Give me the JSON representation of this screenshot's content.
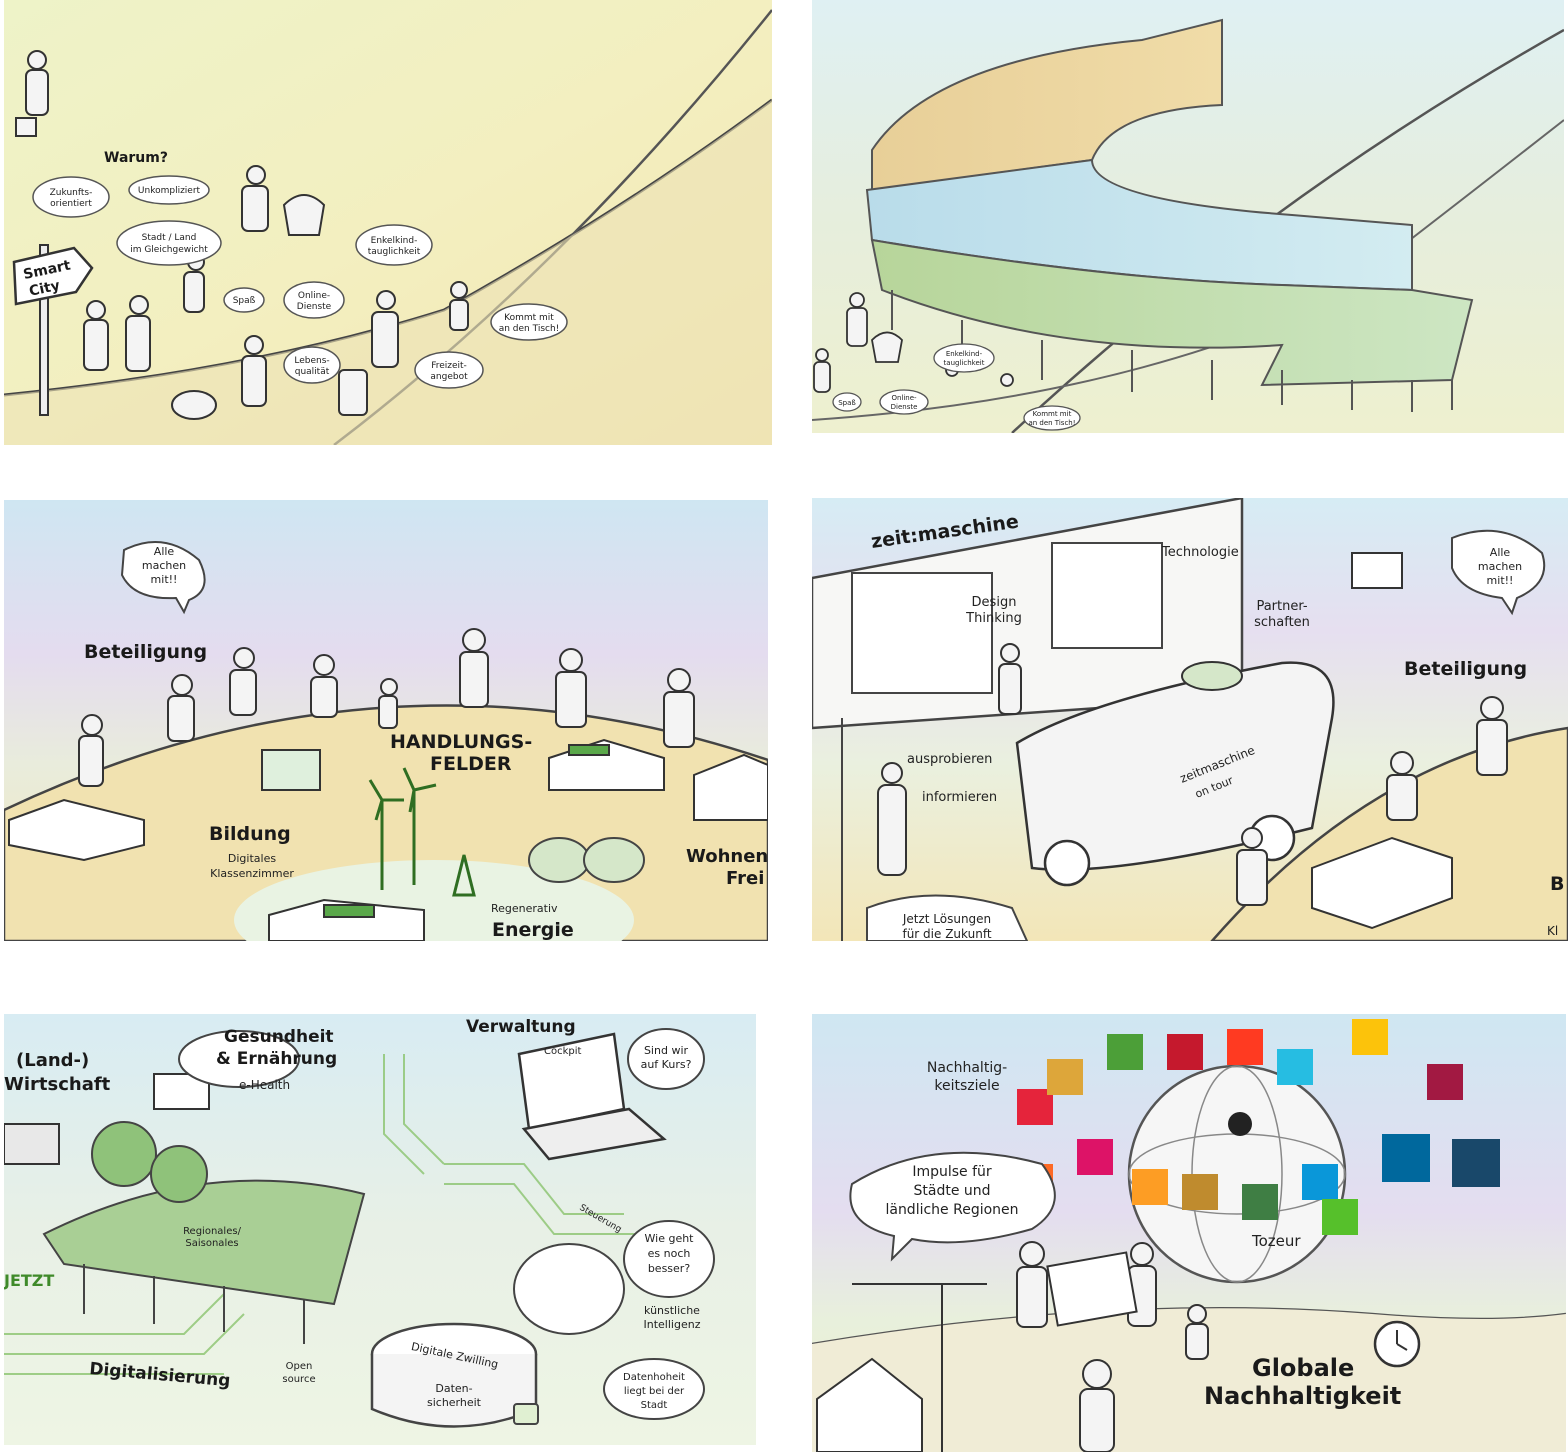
{
  "panel1": {
    "title": "Warum?",
    "sign": [
      "Smart",
      "City"
    ],
    "bubbles": [
      [
        "Zukunfts-",
        "orientiert"
      ],
      [
        "Unkompliziert"
      ],
      [
        "Stadt / Land",
        "im Gleichgewicht"
      ],
      [
        "Enkelkind-",
        "tauglichkeit"
      ],
      [
        "Spaß"
      ],
      [
        "Online-",
        "Dienste"
      ],
      [
        "Lebens-",
        "qualität"
      ],
      [
        "Freizeit-",
        "angebot"
      ],
      [
        "Kommt mit",
        "an den Tisch!"
      ]
    ]
  },
  "panel2": {
    "bubbles": [
      [
        "Enkelkind-",
        "tauglichkeit"
      ],
      [
        "Online-",
        "Dienste"
      ],
      [
        "Spaß"
      ],
      [
        "Kommt mit",
        "an den Tisch!"
      ]
    ]
  },
  "panel3": {
    "speech": [
      "Alle",
      "machen",
      "mit!!"
    ],
    "labels": {
      "beteiligung": "Beteiligung",
      "handlungs1": "HANDLUNGS-",
      "handlungs2": "FELDER",
      "bildung": "Bildung",
      "klassen1": "Digitales",
      "klassen2": "Klassenzimmer",
      "wohnen1": "Wohnen",
      "wohnen2": "Frei",
      "regenerativ": "Regenerativ",
      "energie": "Energie"
    }
  },
  "panel4": {
    "title": "zeit:maschine",
    "labels": {
      "technologie": "Technologie",
      "design1": "Design",
      "design2": "Thinking",
      "partner1": "Partner-",
      "partner2": "schaften",
      "beteiligung": "Beteiligung",
      "ausprobieren": "ausprobieren",
      "informieren": "informieren",
      "bus1": "zeitmaschine",
      "bus2": "on tour",
      "jetzt1": "Jetzt Lösungen",
      "jetzt2": "für die Zukunft",
      "b": "B",
      "kl": "Kl"
    },
    "speech": [
      "Alle",
      "machen",
      "mit!!"
    ]
  },
  "panel5": {
    "labels": {
      "land1": "(Land-)",
      "land2": "Wirtschaft",
      "gesund1": "Gesundheit",
      "gesund2": "& Ernährung",
      "ehealth": "e-Health",
      "verwaltung": "Verwaltung",
      "cockpit": "Cockpit",
      "kurs": [
        "Sind wir",
        "auf Kurs?"
      ],
      "regional1": "Regionales/",
      "regional2": "Saisonales",
      "steuerung": "Steuerung",
      "besser": [
        "Wie geht",
        "es noch",
        "besser?"
      ],
      "ki1": "künstliche",
      "ki2": "Intelligenz",
      "digitalisierung": "Digitalisierung",
      "open1": "Open",
      "open2": "source",
      "zwilling": "Digitale Zwilling",
      "daten1": "Daten-",
      "daten2": "sicherheit",
      "hoheit": [
        "Datenhoheit",
        "liegt bei der",
        "Stadt"
      ],
      "jetzt": "JETZT"
    }
  },
  "panel6": {
    "labels": {
      "nachhaltig1": "Nachhaltig-",
      "nachhaltig2": "keitsziele",
      "impulse": [
        "Impulse für",
        "Städte und",
        "ländliche Regionen"
      ],
      "tozeur": "Tozeur",
      "globale1": "Globale",
      "globale2": "Nachhaltigkeit"
    },
    "sdg_colors": [
      "#e5243b",
      "#dda63a",
      "#4c9f38",
      "#c5192d",
      "#ff3a21",
      "#26bde2",
      "#fcc30b",
      "#a21942",
      "#fd6925",
      "#dd1367",
      "#fd9d24",
      "#bf8b2e",
      "#3f7e44",
      "#0a97d9",
      "#56c02b",
      "#00689d",
      "#19486a"
    ]
  }
}
